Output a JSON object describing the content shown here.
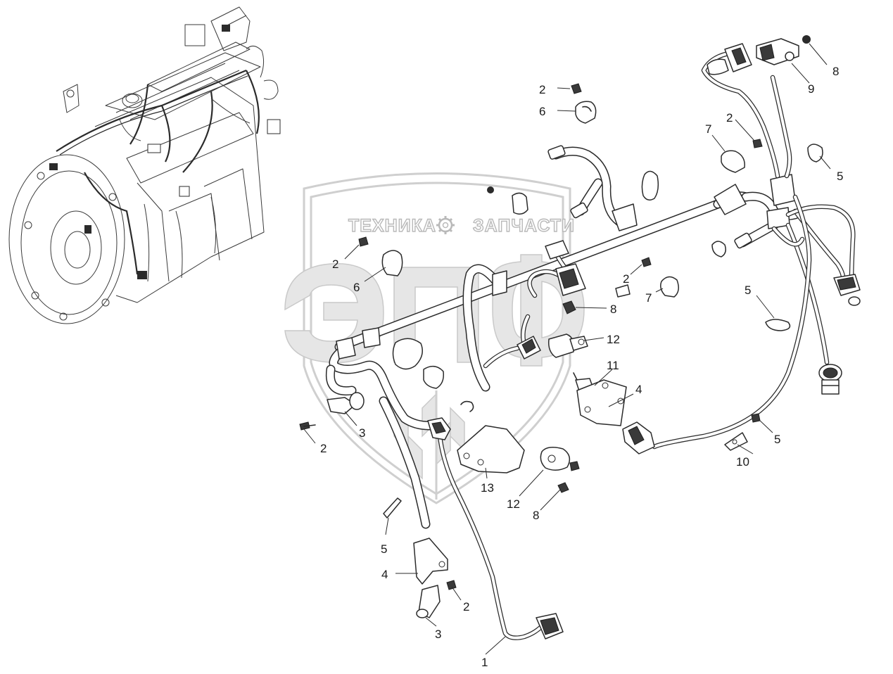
{
  "watermark": {
    "brand_left": "ТЕХНИКА",
    "brand_right": "ЗАПЧАСТИ",
    "logo_letters": "ЭПФ"
  },
  "callouts": [
    {
      "id": "c1",
      "label": "1"
    },
    {
      "id": "c2a",
      "label": "2"
    },
    {
      "id": "c2b",
      "label": "2"
    },
    {
      "id": "c2c",
      "label": "2"
    },
    {
      "id": "c2d",
      "label": "2"
    },
    {
      "id": "c2e",
      "label": "2"
    },
    {
      "id": "c2f",
      "label": "2"
    },
    {
      "id": "c3a",
      "label": "3"
    },
    {
      "id": "c3b",
      "label": "3"
    },
    {
      "id": "c4a",
      "label": "4"
    },
    {
      "id": "c4b",
      "label": "4"
    },
    {
      "id": "c5a",
      "label": "5"
    },
    {
      "id": "c5b",
      "label": "5"
    },
    {
      "id": "c5c",
      "label": "5"
    },
    {
      "id": "c5d",
      "label": "5"
    },
    {
      "id": "c6a",
      "label": "6"
    },
    {
      "id": "c6b",
      "label": "6"
    },
    {
      "id": "c7a",
      "label": "7"
    },
    {
      "id": "c7b",
      "label": "7"
    },
    {
      "id": "c8a",
      "label": "8"
    },
    {
      "id": "c8b",
      "label": "8"
    },
    {
      "id": "c8c",
      "label": "8"
    },
    {
      "id": "c9",
      "label": "9"
    },
    {
      "id": "c10",
      "label": "10"
    },
    {
      "id": "c11",
      "label": "11"
    },
    {
      "id": "c12a",
      "label": "12"
    },
    {
      "id": "c12b",
      "label": "12"
    },
    {
      "id": "c13",
      "label": "13"
    }
  ]
}
